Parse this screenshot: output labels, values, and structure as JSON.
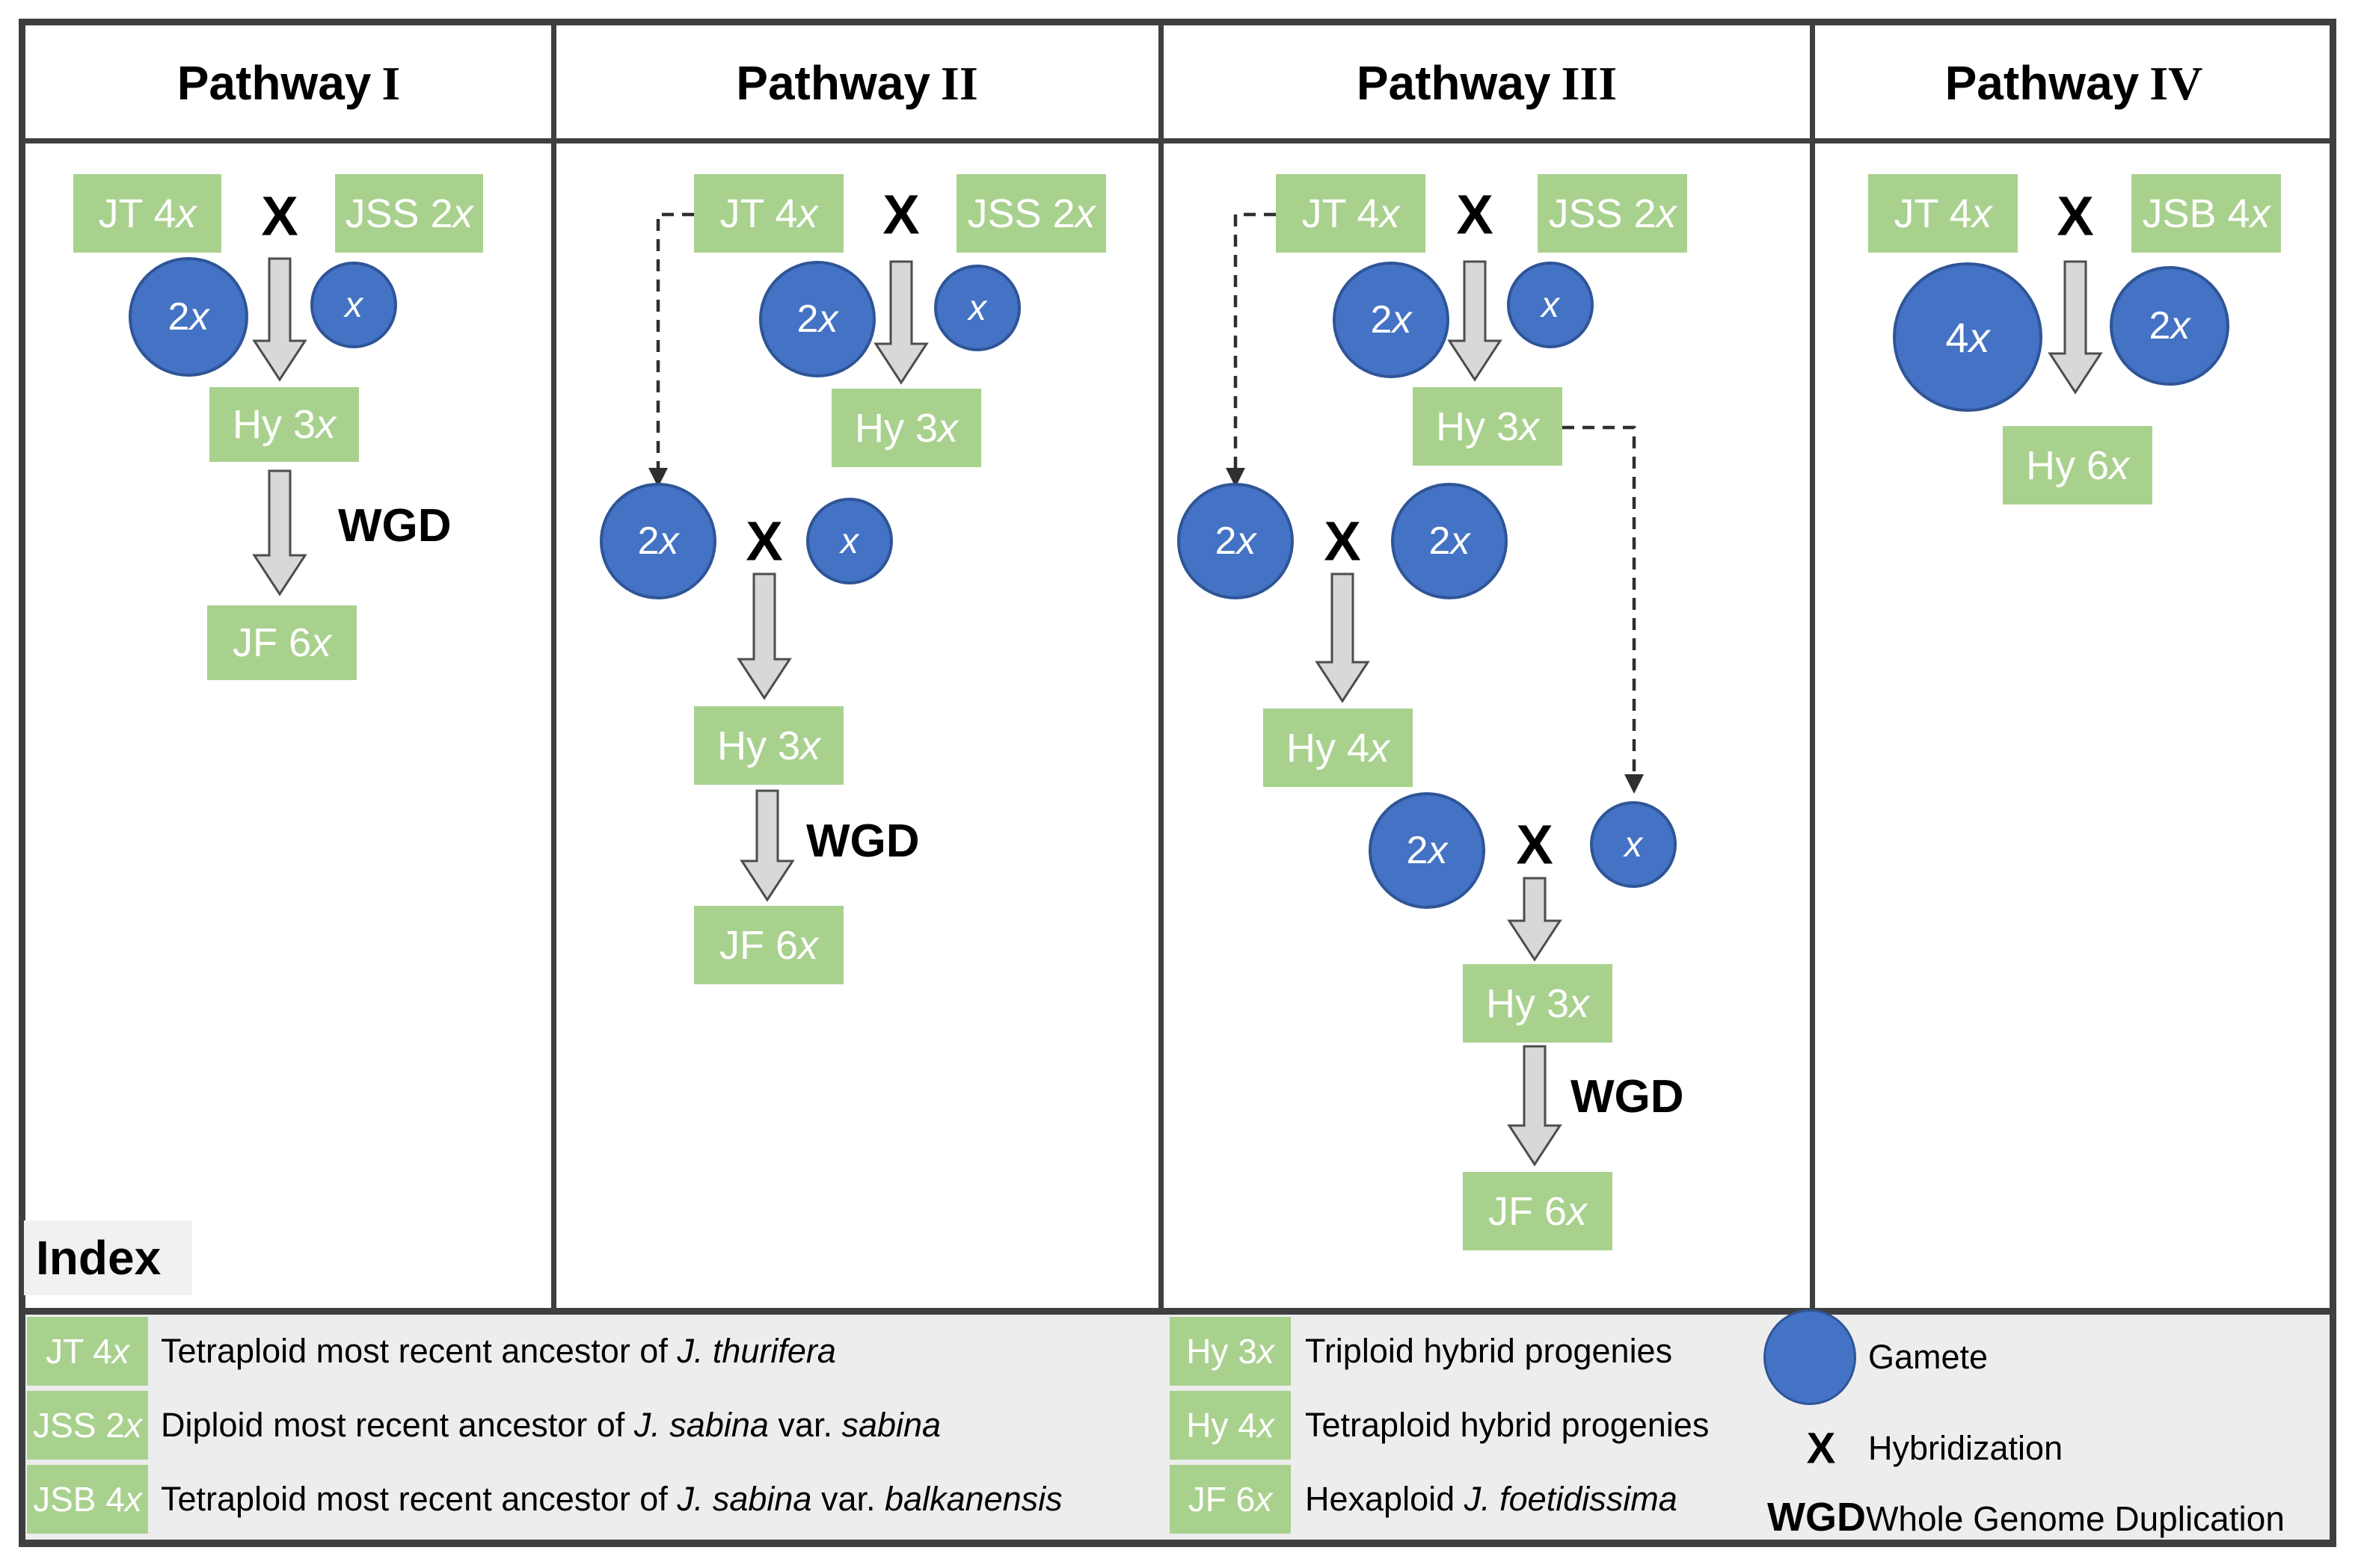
{
  "headers": [
    {
      "word": "Pathway",
      "numeral": "I"
    },
    {
      "word": "Pathway",
      "numeral": "II"
    },
    {
      "word": "Pathway",
      "numeral": "III"
    },
    {
      "word": "Pathway",
      "numeral": "IV"
    }
  ],
  "symbols": {
    "cross": "X",
    "wgd": "WGD"
  },
  "terms": {
    "jt": "JT 4*x*",
    "jss": "JSS 2*x*",
    "jsb": "JSB 4*x*",
    "hy3": "Hy 3*x*",
    "hy4": "Hy 4*x*",
    "hy6": "Hy 6*x*",
    "jf6": "JF 6*x*",
    "g2x": "2*x*",
    "gx": "*x*",
    "g4x": "4*x*"
  },
  "index_label": "Index",
  "legend": {
    "items_left": [
      {
        "tag": "JT 4*x*",
        "desc": "Tetraploid most recent ancestor of *J. thurifera*"
      },
      {
        "tag": "JSS 2*x*",
        "desc": "Diploid most recent ancestor of *J. sabina* var. *sabina*"
      },
      {
        "tag": "JSB 4*x*",
        "desc": "Tetraploid most recent ancestor of *J. sabina* var. *balkanensis*"
      }
    ],
    "items_mid": [
      {
        "tag": "Hy 3*x*",
        "desc": "Triploid hybrid progenies"
      },
      {
        "tag": "Hy 4*x*",
        "desc": "Tetraploid hybrid progenies"
      },
      {
        "tag": "JF 6*x*",
        "desc": "Hexaploid *J. foetidissima*"
      }
    ],
    "gamete": "Gamete",
    "hybridization": "Hybridization",
    "wgd": "WGD",
    "wgd_desc": "Whole Genome Duplication"
  },
  "colors": {
    "green": "#a9d18e",
    "blue": "#4472c4",
    "blue_border": "#2f5597",
    "border": "#3f3f3f",
    "legend_bg": "#ededed",
    "arrow_fill": "#d8d8d8",
    "arrow_stroke": "#4d4d4d"
  }
}
